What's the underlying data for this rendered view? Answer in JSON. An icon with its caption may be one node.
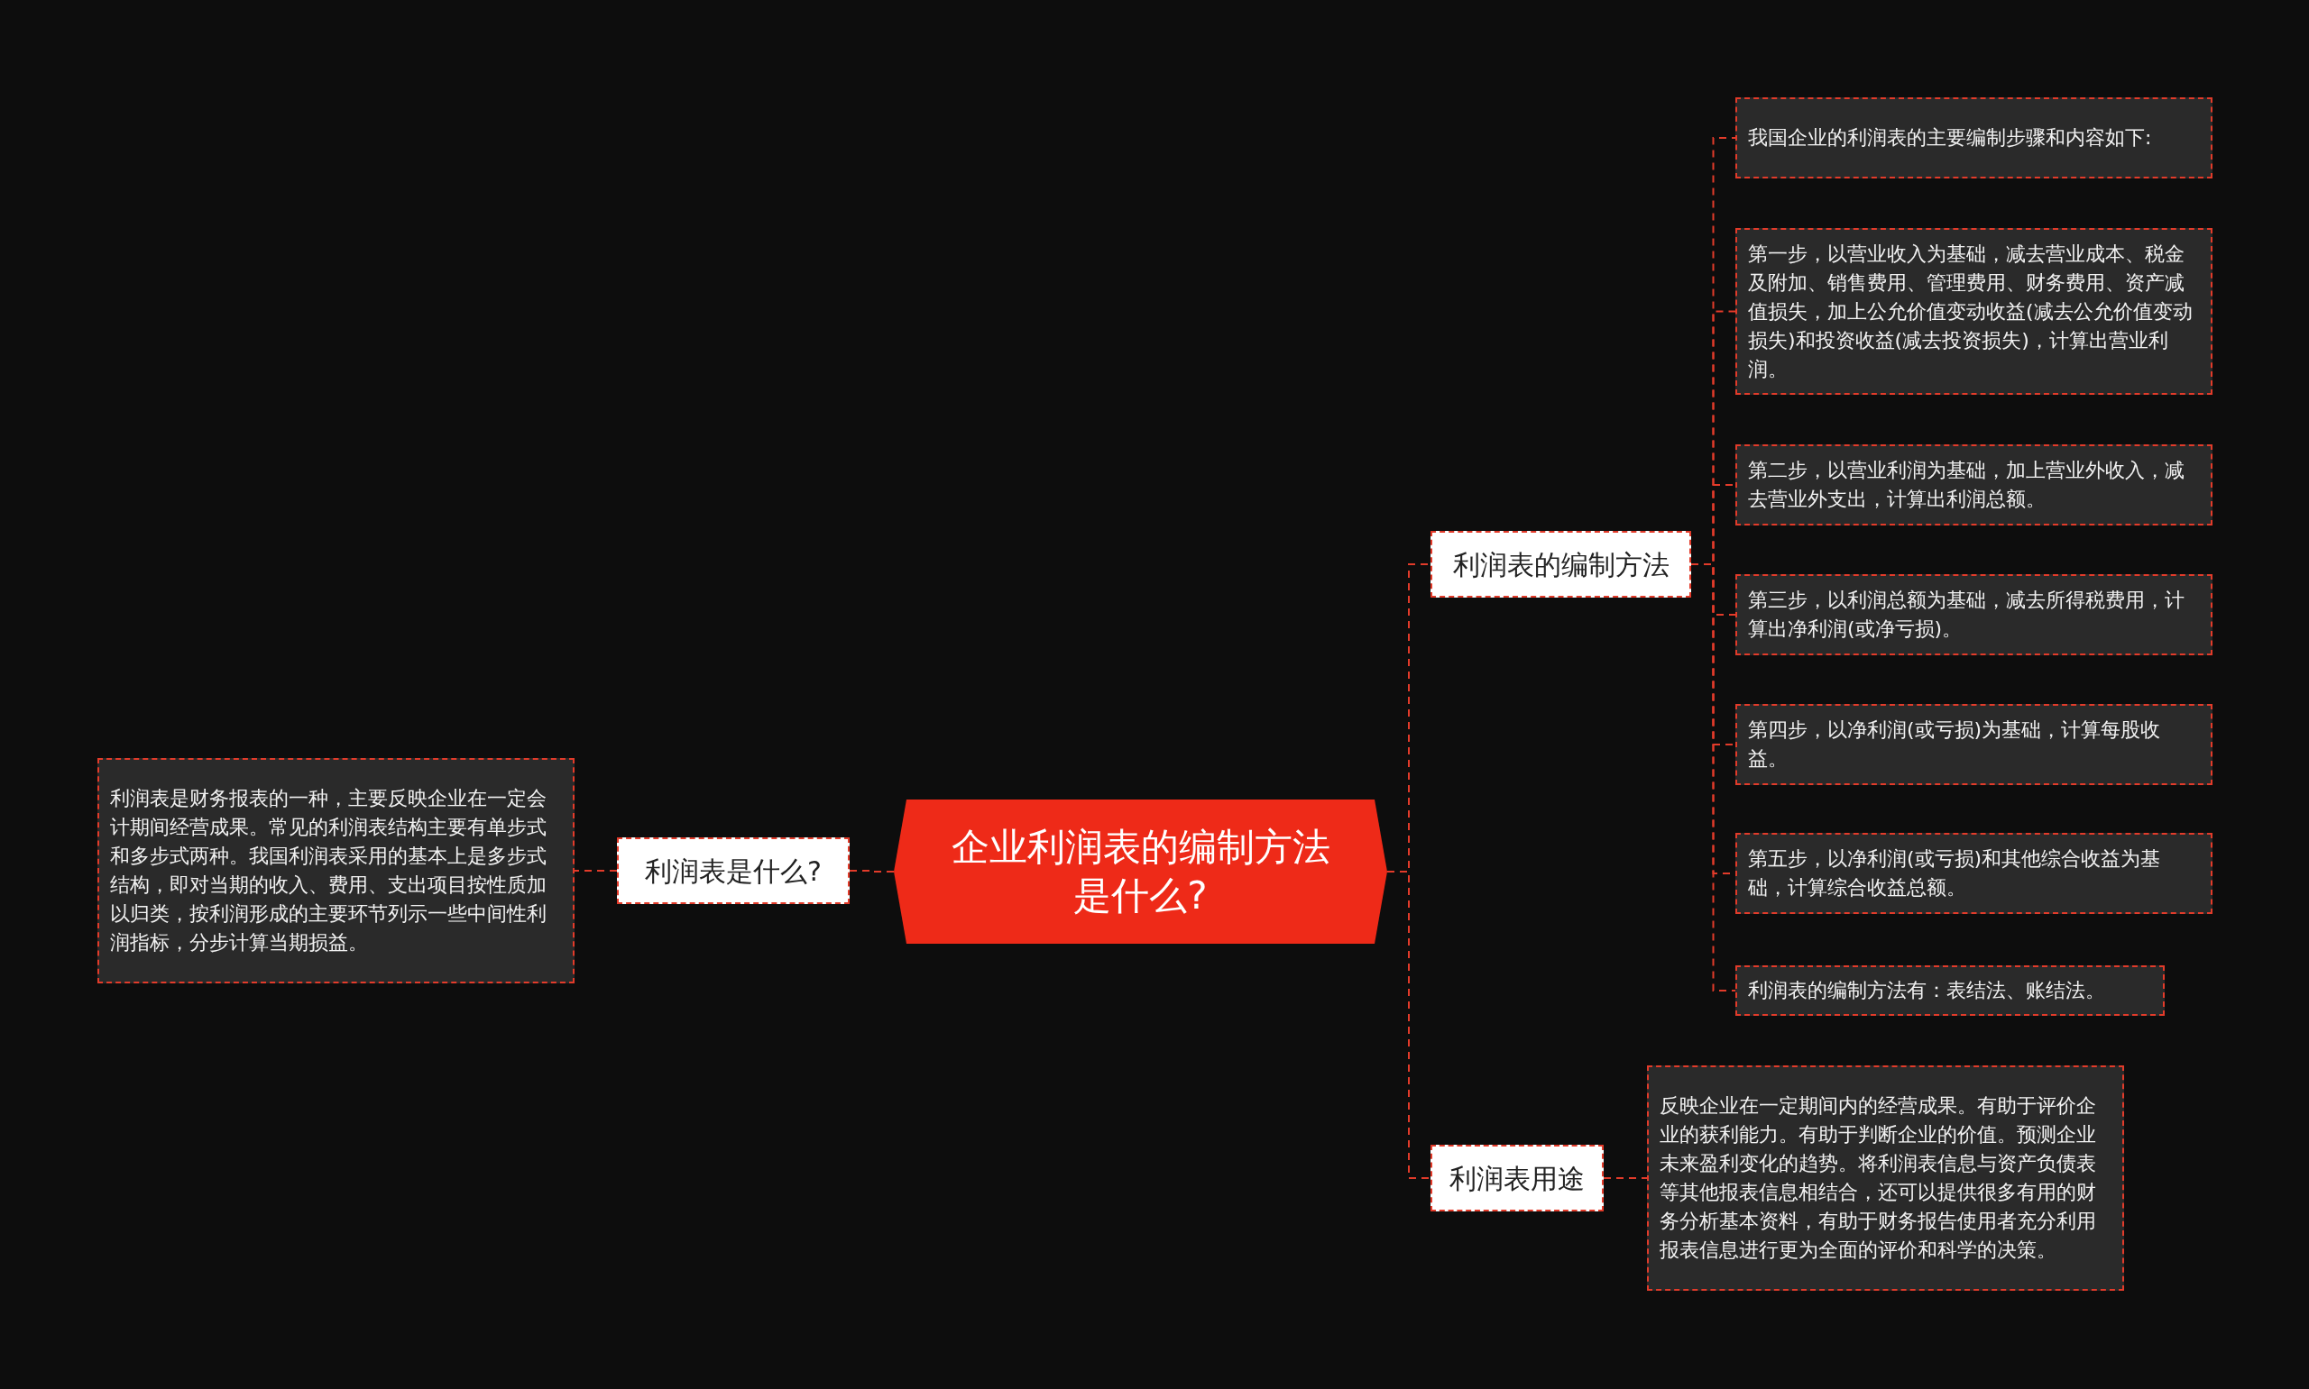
{
  "diagram": {
    "nodes": [
      {
        "text": [
          "企业利润表的编制方法是什么?"
        ]
      },
      {
        "text": [
          "利润表是什么?"
        ]
      },
      {
        "text": [
          "利润表是财务报表的一种，主要反映企业在一定会计期间经营成果。常见的利润表结构主要有单步式和多步式两种。我国利润表采用的基本上是多步式结构，即对当期的收入、费用、支出项目按性质加以归类，按利润形成的主要环节列示一些中间性利润指标，分步计算当期损益。"
        ]
      },
      {
        "text": [
          "利润表的编制方法"
        ]
      },
      {
        "text": [
          "我国企业的利润表的主要编制步骤和内容如下:"
        ]
      },
      {
        "text": [
          "第一步，以营业收入为基础，减去营业成本、税金及附加、销售费用、管理费用、财务费用、资产减值损失，加上公允价值变动收益(减去公允价值变动损失)和投资收益(减去投资损失)，计算出营业利润。"
        ]
      },
      {
        "text": [
          "第二步，以营业利润为基础，加上营业外收入，减去营业外支出，计算出利润总额。"
        ]
      },
      {
        "text": [
          "第三步，以利润总额为基础，减去所得税费用，计算出净利润(或净亏损)。"
        ]
      },
      {
        "text": [
          "第四步，以净利润(或亏损)为基础，计算每股收益。"
        ]
      },
      {
        "text": [
          "第五步，以净利润(或亏损)和其他综合收益为基础，计算综合收益总额。"
        ]
      },
      {
        "text": [
          "利润表的编制方法有：表结法、账结法。"
        ]
      },
      {
        "text": [
          "利润表用途"
        ]
      },
      {
        "text": [
          "反映企业在一定期间内的经营成果。有助于评价企业的获利能力。有助于判断企业的价值。预测企业未来盈利变化的趋势。将利润表信息与资产负债表等其他报表信息相结合，还可以提供很多有用的财务分析基本资料，有助于财务报告使用者充分利用报表信息进行更为全面的评价和科学的决策。"
        ]
      }
    ],
    "edges": [
      {
        "from": 0,
        "to": 1,
        "arrow": "none"
      },
      {
        "from": 1,
        "to": 2,
        "arrow": "none"
      },
      {
        "from": 0,
        "to": 3,
        "arrow": "none"
      },
      {
        "from": 3,
        "to": 4,
        "arrow": "none"
      },
      {
        "from": 3,
        "to": 5,
        "arrow": "none"
      },
      {
        "from": 3,
        "to": 6,
        "arrow": "none"
      },
      {
        "from": 3,
        "to": 7,
        "arrow": "none"
      },
      {
        "from": 3,
        "to": 8,
        "arrow": "none"
      },
      {
        "from": 3,
        "to": 9,
        "arrow": "none"
      },
      {
        "from": 3,
        "to": 10,
        "arrow": "none"
      },
      {
        "from": 0,
        "to": 11,
        "arrow": "none"
      },
      {
        "from": 11,
        "to": 12,
        "arrow": "none"
      }
    ]
  }
}
